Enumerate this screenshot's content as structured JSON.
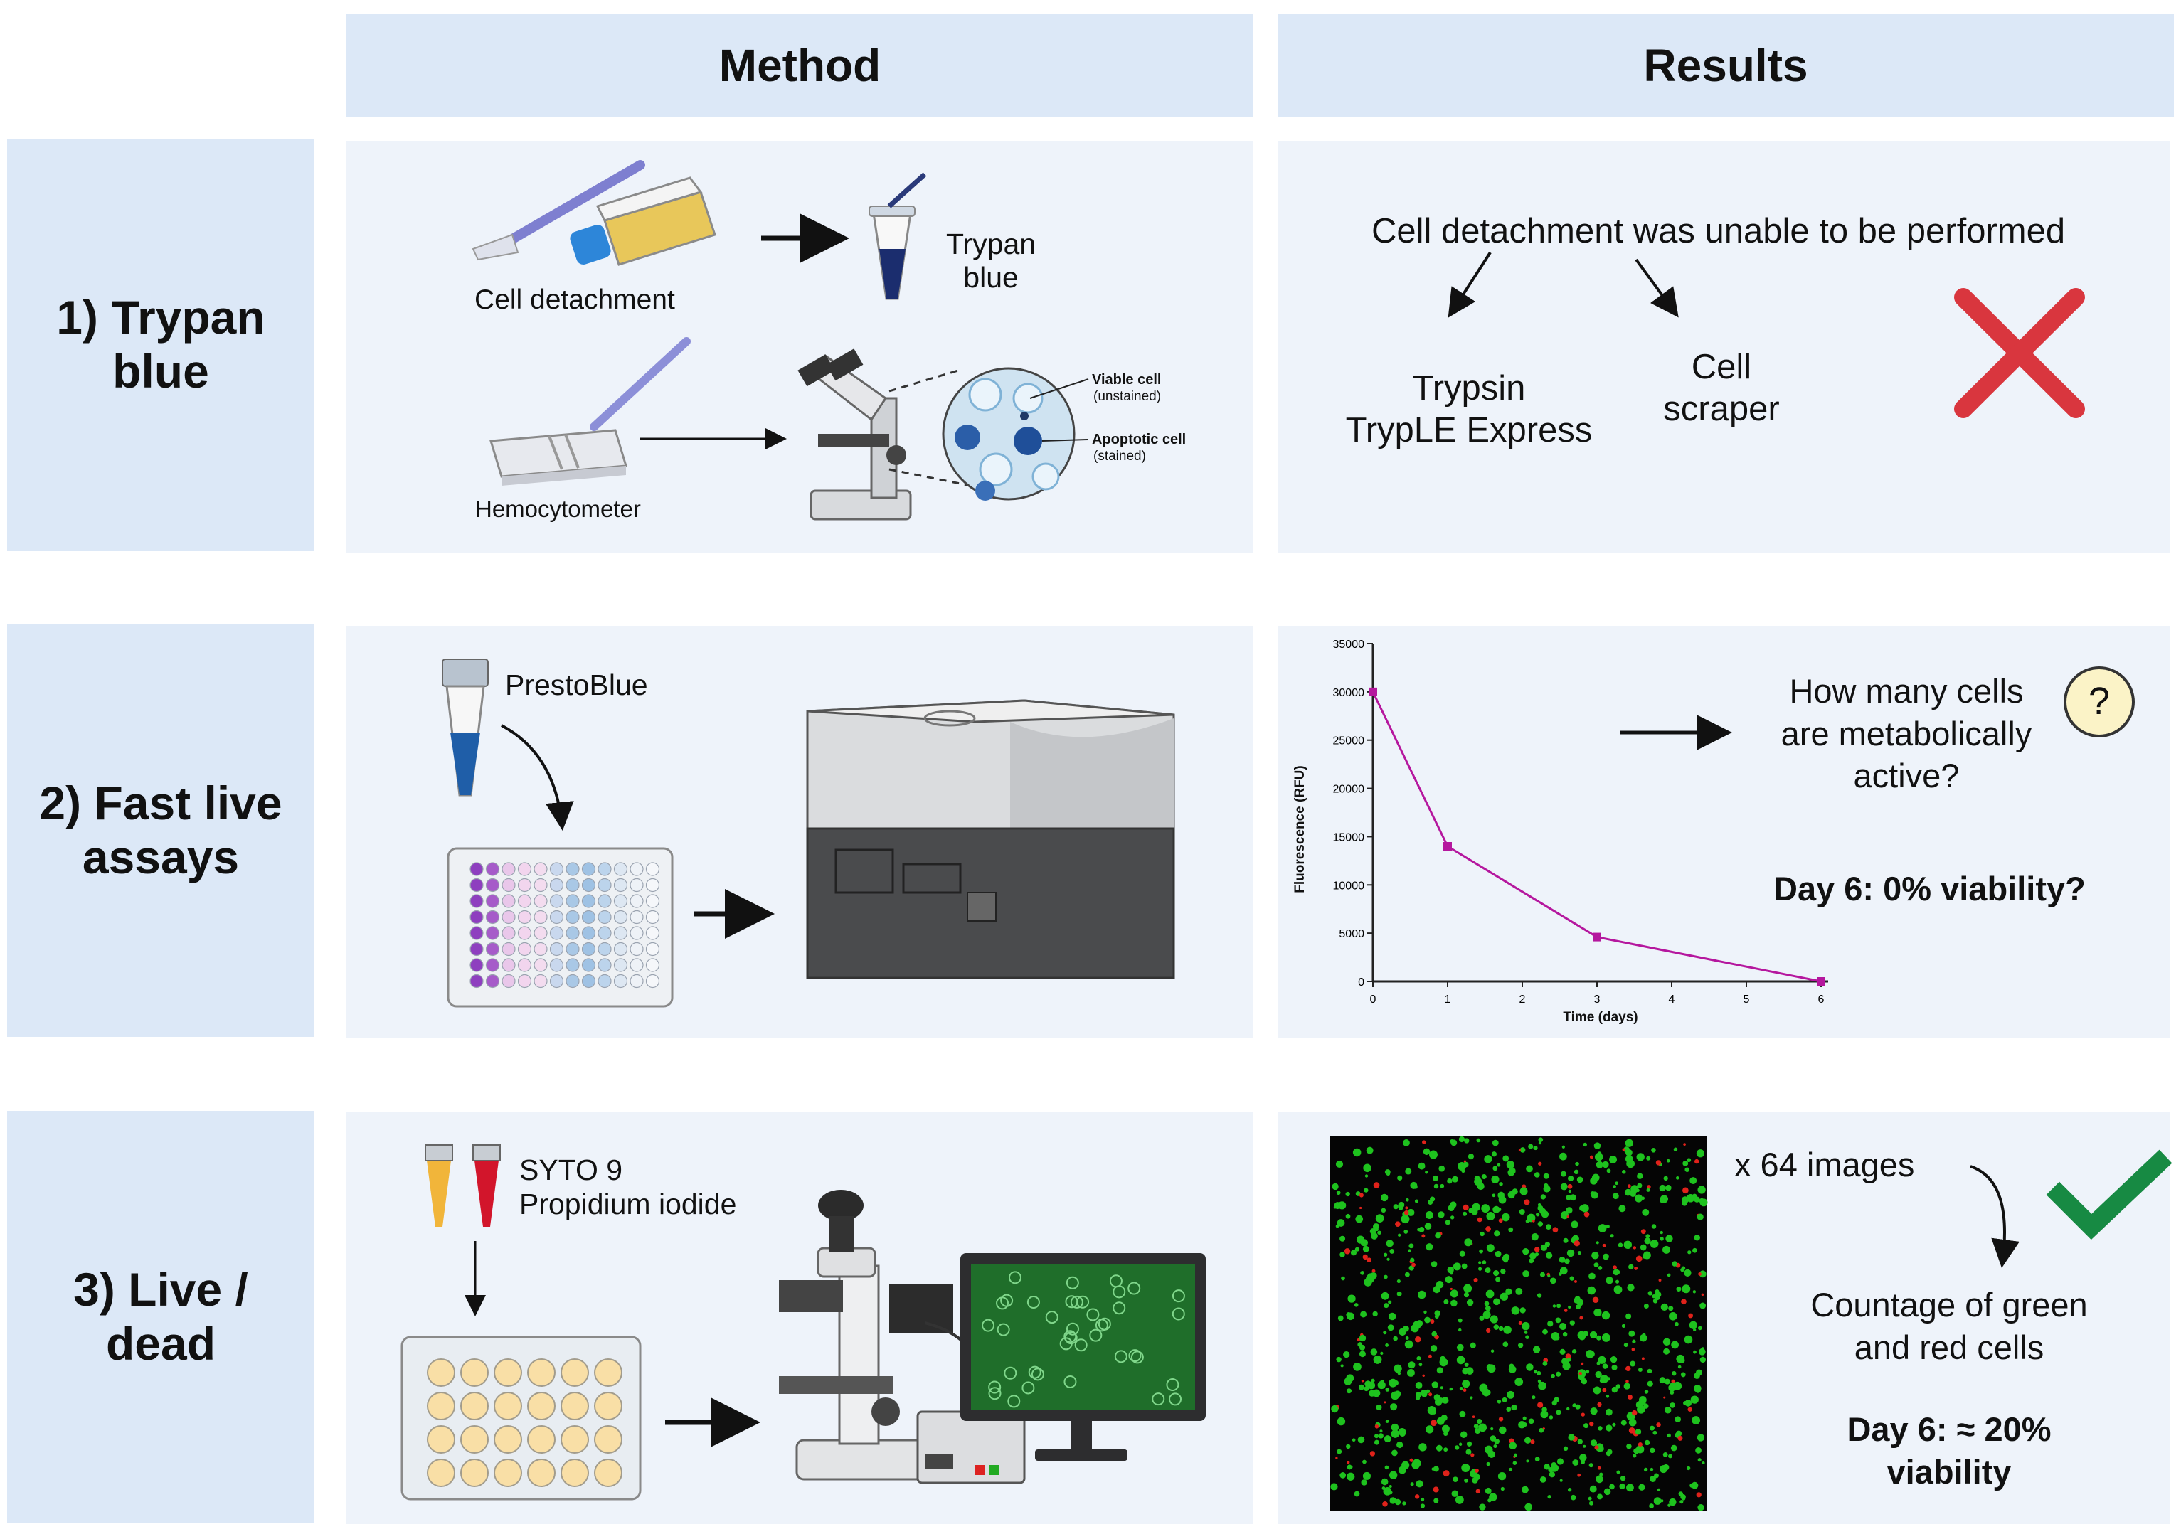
{
  "headers": {
    "method": "Method",
    "results": "Results"
  },
  "rows": [
    {
      "label_line1": "1) Trypan",
      "label_line2": "blue"
    },
    {
      "label_line1": "2) Fast live",
      "label_line2": "assays"
    },
    {
      "label_line1": "3) Live /",
      "label_line2": "dead"
    }
  ],
  "row1": {
    "cell_detachment": "Cell detachment",
    "trypan_line1": "Trypan",
    "trypan_line2": "blue",
    "hemocytometer": "Hemocytometer",
    "viable_cell": "Viable cell",
    "viable_state": "(unstained)",
    "apoptotic_cell": "Apoptotic cell",
    "apoptotic_state": "(stained)",
    "result_title": "Cell detachment was unable to be performed",
    "option1_line1": "Trypsin",
    "option1_line2": "TrypLE Express",
    "option2_line1": "Cell",
    "option2_line2": "scraper"
  },
  "row2": {
    "reagent": "PrestoBlue",
    "question_line1": "How many cells",
    "question_line2": "are metabolically",
    "question_line3": "active?",
    "question_mark": "?",
    "conclusion": "Day 6: 0% viability?"
  },
  "row3": {
    "dye1": "SYTO 9",
    "dye2": "Propidium iodide",
    "images_count": "x 64 images",
    "count_line1": "Countage of green",
    "count_line2": "and red cells",
    "conclusion_line1": "Day 6: ≈ 20%",
    "conclusion_line2": "viability"
  },
  "chart_data": {
    "type": "line",
    "xlabel": "Time (days)",
    "ylabel": "Fluorescence (RFU)",
    "x": [
      0,
      1,
      3,
      6
    ],
    "y": [
      30000,
      14000,
      4600,
      0
    ],
    "xlim": [
      0,
      6
    ],
    "ylim": [
      0,
      35000
    ],
    "xticks": [
      "0",
      "1",
      "2",
      "3",
      "4",
      "5",
      "6"
    ],
    "yticks": [
      "0",
      "5000",
      "10000",
      "15000",
      "20000",
      "25000",
      "30000",
      "35000"
    ],
    "color": "#b5179e"
  },
  "colors": {
    "header_bg": "#dce8f7",
    "panel_bg": "#eef3fa",
    "cross": "#d9363e",
    "check": "#178a43"
  }
}
